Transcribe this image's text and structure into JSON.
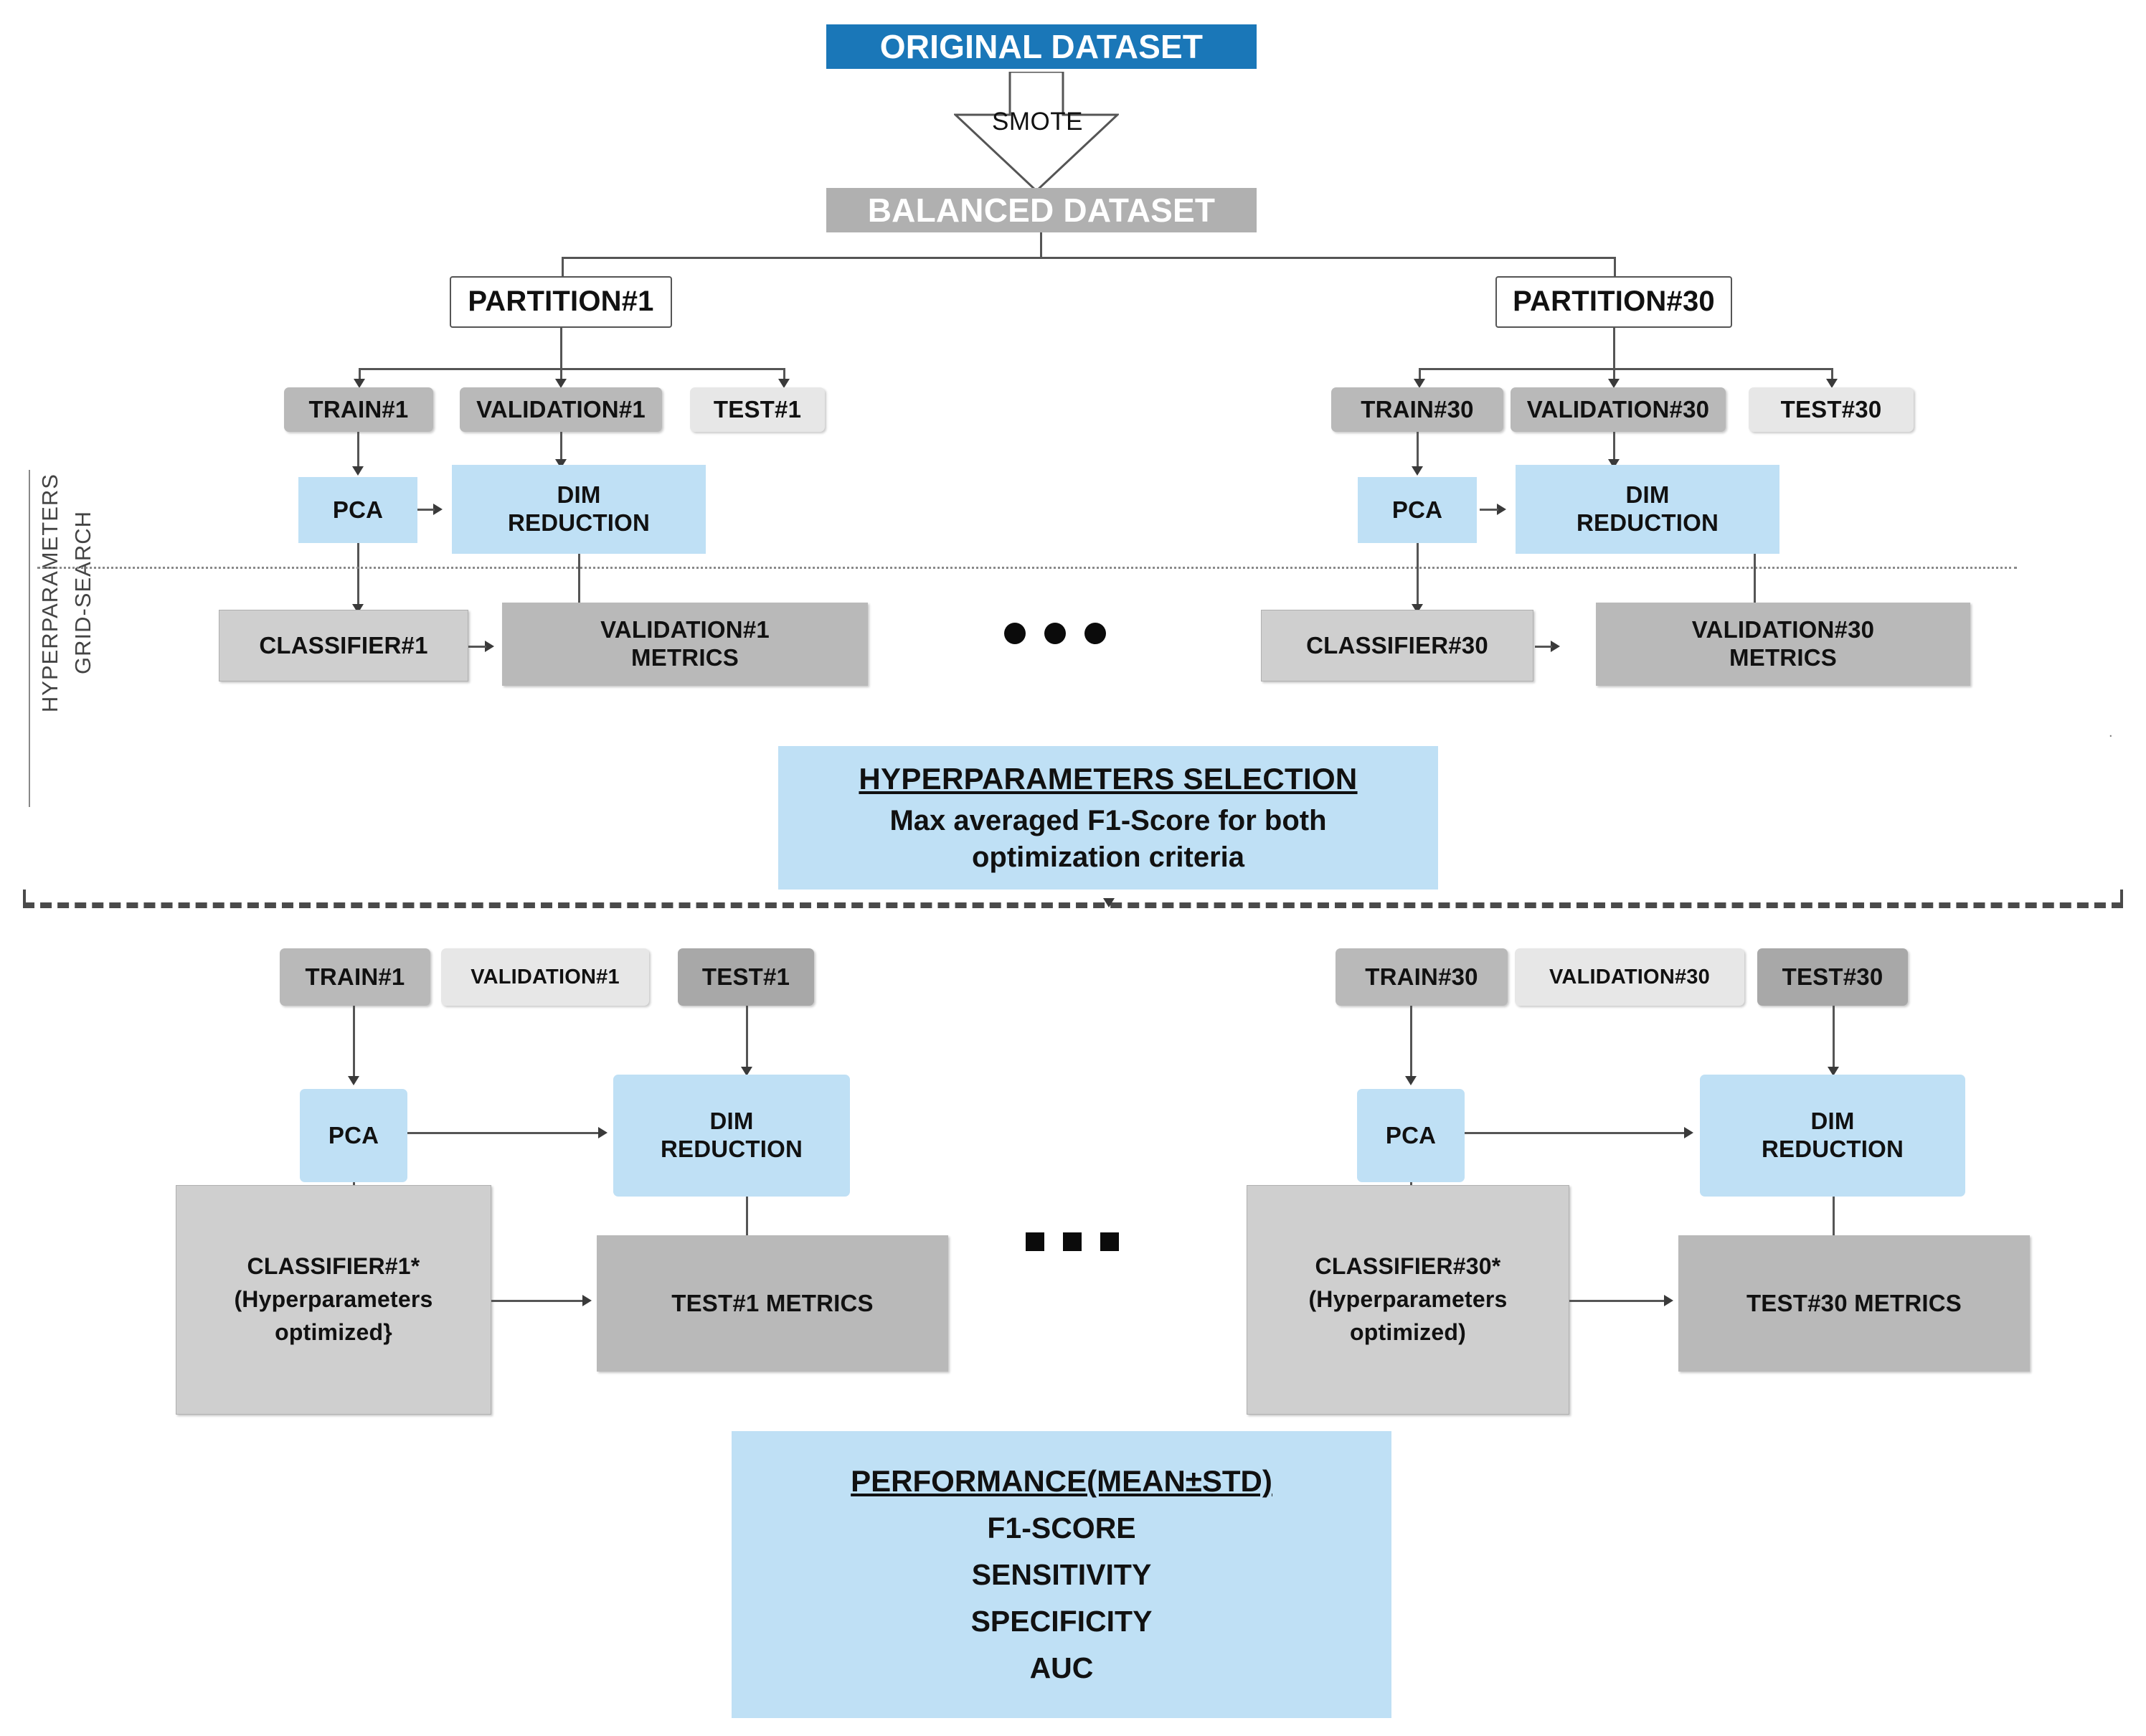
{
  "diagram": {
    "title_flow": "Machine learning cross-validation pipeline with SMOTE balancing and grid-search hyperparameter selection",
    "top": {
      "original_dataset": "ORIGINAL DATASET",
      "smote_label": "SMOTE",
      "balanced_dataset": "BALANCED DATASET"
    },
    "side_label": {
      "line1": "HYPERPARAMETERS",
      "line2": "GRID-SEARCH"
    },
    "grid_search_section": {
      "left_branch": {
        "partition": "PARTITION#1",
        "train": "TRAIN#1",
        "validation": "VALIDATION#1",
        "test": "TEST#1",
        "pca": "PCA",
        "dim_reduction_line1": "DIM",
        "dim_reduction_line2": "REDUCTION",
        "classifier": "CLASSIFIER#1",
        "metrics_line1": "VALIDATION#1",
        "metrics_line2": "METRICS"
      },
      "right_branch": {
        "partition": "PARTITION#30",
        "train": "TRAIN#30",
        "validation": "VALIDATION#30",
        "test": "TEST#30",
        "pca": "PCA",
        "dim_reduction_line1": "DIM",
        "dim_reduction_line2": "REDUCTION",
        "classifier": "CLASSIFIER#30",
        "metrics_line1": "VALIDATION#30",
        "metrics_line2": "METRICS"
      },
      "ellipsis": "•••"
    },
    "hyperparameters_selection": {
      "title": "HYPERPARAMETERS SELECTION",
      "line1": "Max averaged F1-Score for both",
      "line2": "optimization criteria"
    },
    "test_section": {
      "left_branch": {
        "train": "TRAIN#1",
        "validation": "VALIDATION#1",
        "test": "TEST#1",
        "pca": "PCA",
        "dim_reduction_line1": "DIM",
        "dim_reduction_line2": "REDUCTION",
        "classifier_line1": "CLASSIFIER#1*",
        "classifier_line2": "(Hyperparameters",
        "classifier_line3": "optimized}",
        "metrics": "TEST#1 METRICS"
      },
      "right_branch": {
        "train": "TRAIN#30",
        "validation": "VALIDATION#30",
        "test": "TEST#30",
        "pca": "PCA",
        "dim_reduction_line1": "DIM",
        "dim_reduction_line2": "REDUCTION",
        "classifier_line1": "CLASSIFIER#30*",
        "classifier_line2": "(Hyperparameters",
        "classifier_line3": "optimized)",
        "metrics": "TEST#30 METRICS"
      },
      "ellipsis": "•••"
    },
    "performance": {
      "title": "PERFORMANCE(MEAN±STD)",
      "items": [
        "F1-SCORE",
        "SENSITIVITY",
        "SPECIFICITY",
        "AUC"
      ]
    },
    "colors": {
      "header_blue": "#1a77b8",
      "light_blue": "#bfe0f5",
      "gray_dark": "#b0b0b0",
      "gray_mid": "#b9b9b9",
      "gray_light": "#e7e7e7",
      "gray_darker": "#a8a8a8",
      "classifier_gray": "#cfcfcf",
      "line": "#555555"
    }
  }
}
